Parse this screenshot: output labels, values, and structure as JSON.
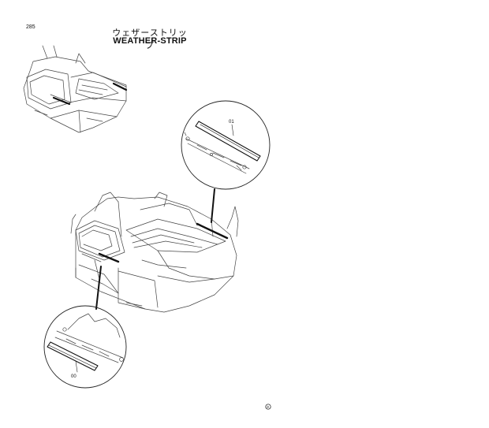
{
  "header": {
    "page_number": "285",
    "title_japanese": "ウェザーストリップ",
    "title_english": "WEATHER-STRIP"
  },
  "callouts": {
    "upper_detail": "01",
    "lower_detail": "00"
  },
  "footer": {
    "mark": "※"
  }
}
